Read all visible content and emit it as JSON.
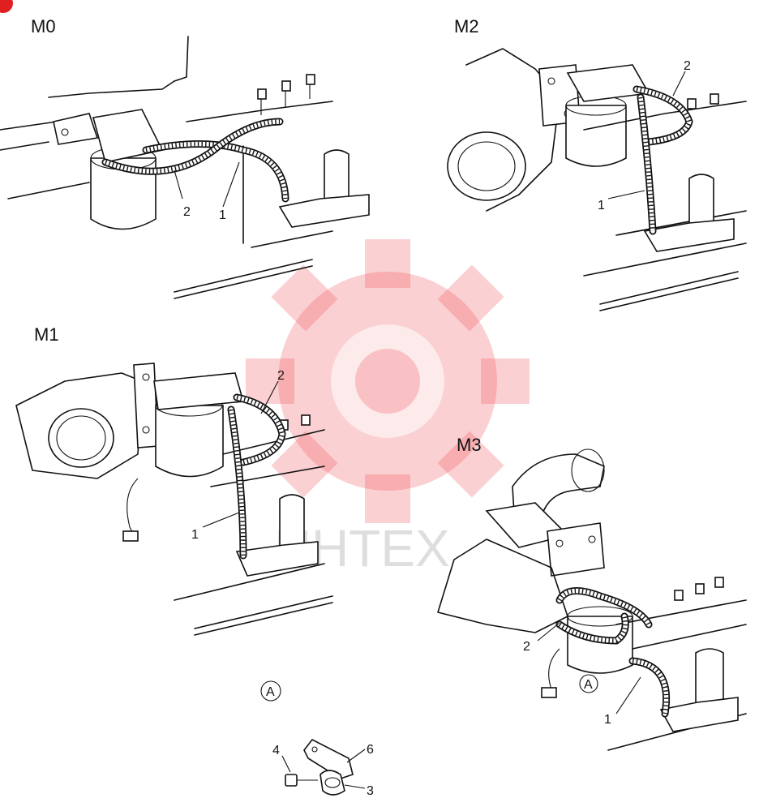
{
  "diagram": {
    "variants": [
      {
        "label": "M0",
        "callouts": [
          "1",
          "2"
        ]
      },
      {
        "label": "M2",
        "callouts": [
          "1",
          "2"
        ]
      },
      {
        "label": "M1",
        "callouts": [
          "1",
          "2"
        ]
      },
      {
        "label": "M3",
        "callouts": [
          "1",
          "2"
        ]
      }
    ],
    "detail": {
      "marker": "A",
      "callouts": [
        "4",
        "6",
        "3"
      ]
    },
    "watermark": {
      "text": "ИНТЕХ",
      "color": "#f1575d"
    },
    "corner_badge": {
      "color": "#e02020"
    }
  }
}
